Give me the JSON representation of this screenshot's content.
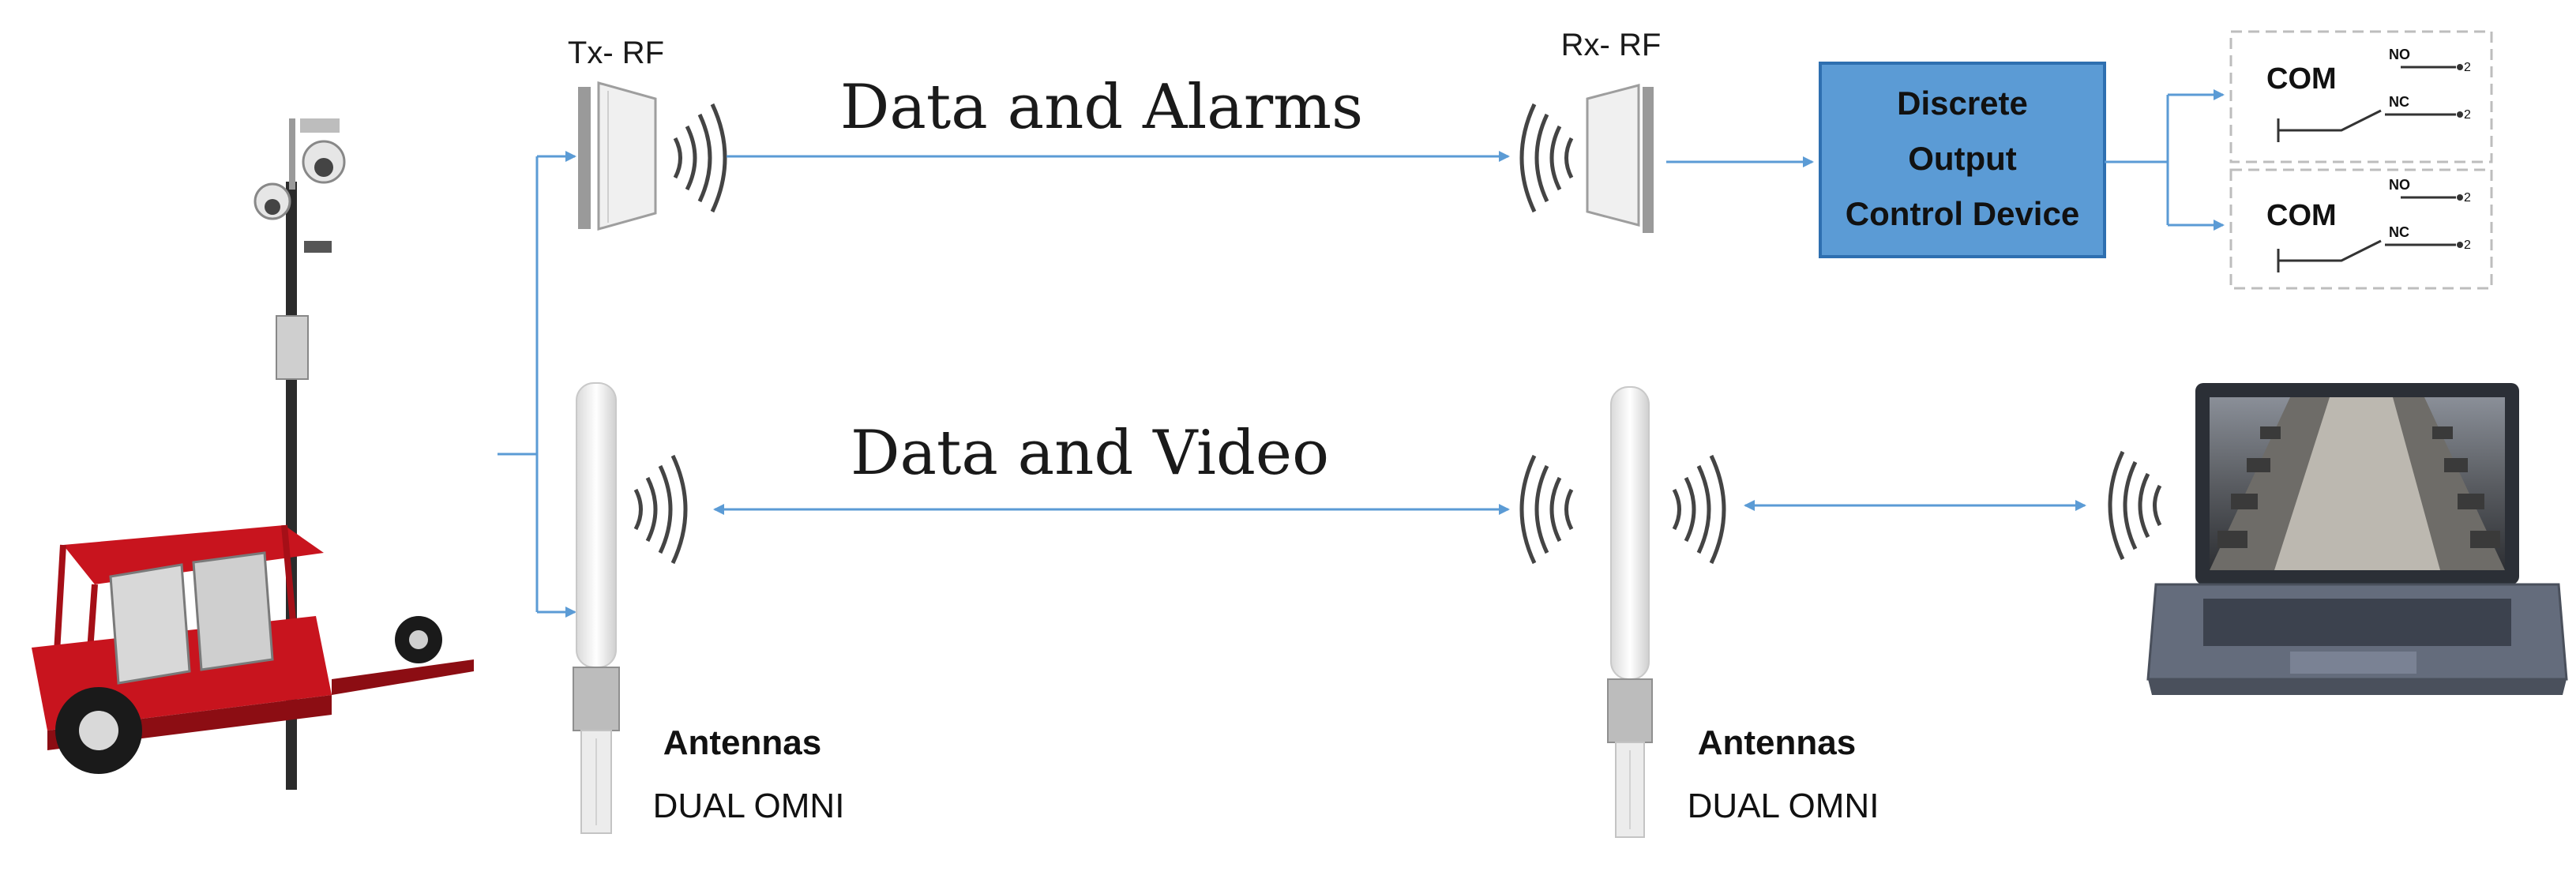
{
  "labels": {
    "tx_rf": "Tx- RF",
    "rx_rf": "Rx- RF",
    "data_alarms": "Data and Alarms",
    "data_video": "Data and Video",
    "control_device_line1": "Discrete",
    "control_device_line2": "Output",
    "control_device_line3": "Control Device",
    "antennas_left_title": "Antennas",
    "antennas_left_sub": "DUAL OMNI",
    "antennas_right_title": "Antennas",
    "antennas_right_sub": "DUAL OMNI",
    "relay1_com": "COM",
    "relay1_no": "NO",
    "relay1_nc": "NC",
    "relay1_no_pin": "2",
    "relay1_nc_pin": "2",
    "relay2_com": "COM",
    "relay2_no": "NO",
    "relay2_nc": "NC",
    "relay2_no_pin": "2",
    "relay2_nc_pin": "2"
  },
  "colors": {
    "arrow": "#5b9bd5",
    "control_box_fill": "#5b9bd5",
    "control_box_border": "#2e6fb0",
    "trailer_red": "#c8141e",
    "antenna_white": "#f2f2f2",
    "laptop_body": "#5a6272"
  },
  "icons": {
    "trailer": "mobile-surveillance-trailer-icon",
    "panel_antenna": "panel-antenna-icon",
    "omni_antenna": "omni-antenna-icon",
    "signal_waves": "wireless-signal-icon",
    "relay": "relay-switch-icon",
    "laptop": "laptop-icon"
  }
}
